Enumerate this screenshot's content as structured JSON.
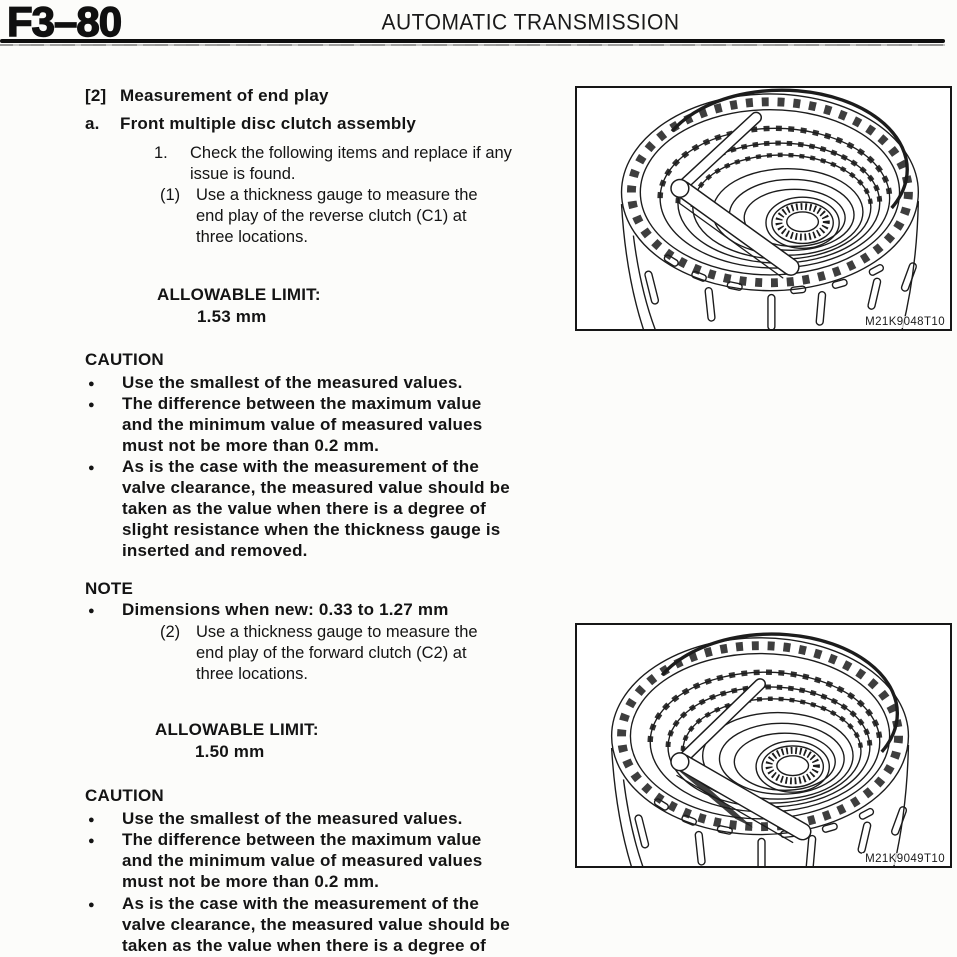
{
  "header": {
    "page_number": "F3–80",
    "title": "AUTOMATIC TRANSMISSION"
  },
  "content": {
    "bullet_glyph": "●",
    "section": {
      "label": "[2]",
      "title": "Measurement of end play"
    },
    "subsection": {
      "label": "a.",
      "title": "Front multiple disc clutch assembly"
    },
    "step1": {
      "num": "1.",
      "text": "Check the following items and replace if any\nissue is found."
    },
    "step1_1": {
      "num": "(1)",
      "text": "Use a thickness gauge to measure the\nend play of the reverse clutch (C1) at\nthree locations."
    },
    "limit1": {
      "label": "ALLOWABLE LIMIT:",
      "value": "1.53 mm"
    },
    "caution1": {
      "title": "CAUTION",
      "items": [
        "Use the smallest of the measured values.",
        "The difference between the maximum value\nand the minimum value of measured values\nmust not be more than 0.2 mm.",
        "As is the case with the measurement of the\nvalve clearance, the measured value should be\ntaken as the value when there is a degree of\nslight resistance when the thickness gauge is\ninserted and removed."
      ]
    },
    "note": {
      "title": "NOTE",
      "items": [
        "Dimensions when new: 0.33 to 1.27 mm"
      ]
    },
    "step1_2": {
      "num": "(2)",
      "text": "Use a thickness gauge to measure the\nend play of the forward clutch (C2) at\nthree locations."
    },
    "limit2": {
      "label": "ALLOWABLE LIMIT:",
      "value": "1.50 mm"
    },
    "caution2": {
      "title": "CAUTION",
      "items": [
        "Use the smallest of the measured values.",
        "The difference between the maximum value\nand the minimum value of measured values\nmust not be more than 0.2 mm.",
        "As is the case with the measurement of the\nvalve clearance, the measured value should be\ntaken as the value when there is a degree of"
      ]
    }
  },
  "figures": [
    {
      "caption": "M21K9048T10"
    },
    {
      "caption": "M21K9049T10"
    }
  ]
}
